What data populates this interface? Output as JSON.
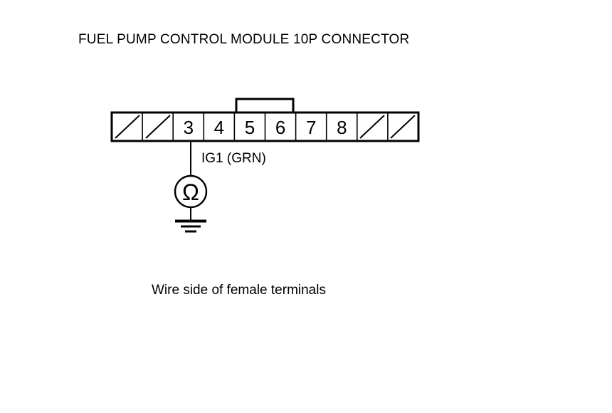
{
  "title": "FUEL PUMP CONTROL MODULE 10P CONNECTOR",
  "caption": "Wire side of female terminals",
  "wire": {
    "label": "IG1 (GRN)",
    "from_pin": "3",
    "color_code": "GRN",
    "signal": "IG1"
  },
  "connector": {
    "name": "FUEL PUMP CONTROL MODULE 10P CONNECTOR",
    "pin_count": 10,
    "tab_over_pins": [
      "5",
      "6"
    ],
    "cells": [
      {
        "index": 1,
        "label": "",
        "blank": true
      },
      {
        "index": 2,
        "label": "",
        "blank": true
      },
      {
        "index": 3,
        "label": "3",
        "blank": false
      },
      {
        "index": 4,
        "label": "4",
        "blank": false
      },
      {
        "index": 5,
        "label": "5",
        "blank": false
      },
      {
        "index": 6,
        "label": "6",
        "blank": false
      },
      {
        "index": 7,
        "label": "7",
        "blank": false
      },
      {
        "index": 8,
        "label": "8",
        "blank": false
      },
      {
        "index": 9,
        "label": "",
        "blank": true
      },
      {
        "index": 10,
        "label": "",
        "blank": true
      }
    ]
  },
  "meter": {
    "type": "ohmmeter",
    "symbol": "Ω",
    "connected_to_pin": "3",
    "grounded": true
  },
  "colors": {
    "line": "#000000",
    "background": "#ffffff"
  }
}
